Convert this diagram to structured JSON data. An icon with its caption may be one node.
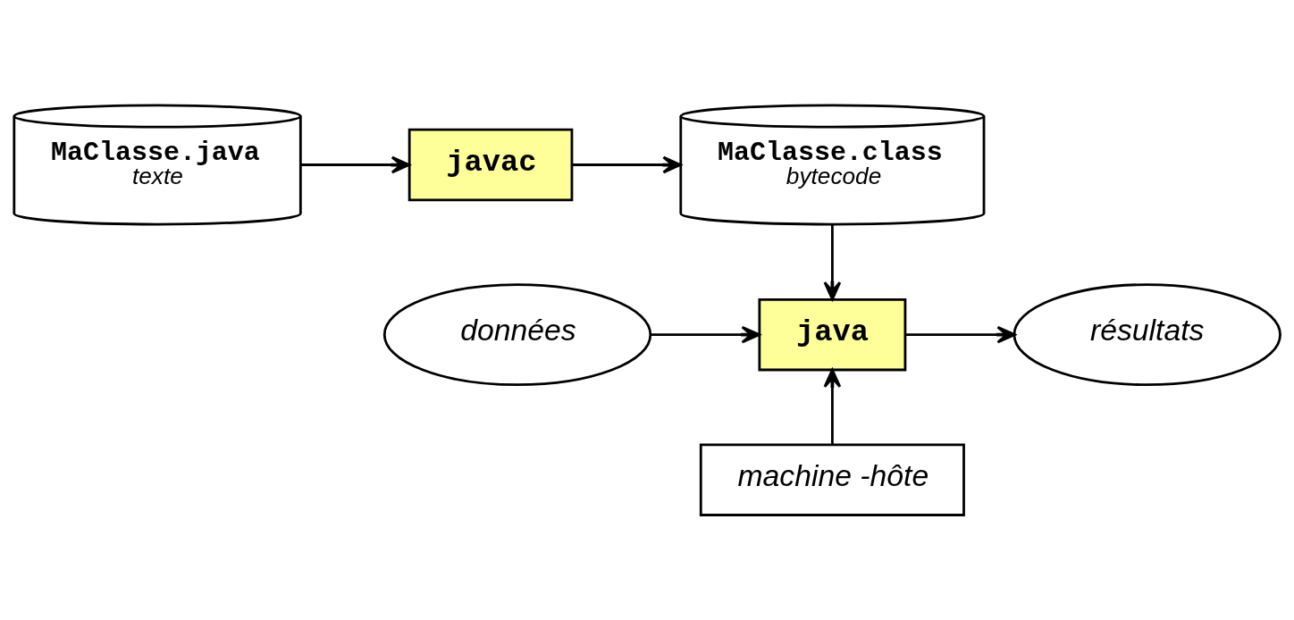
{
  "diagram": {
    "nodes": [
      {
        "text": [
          "MaClasse.java",
          "texte"
        ]
      },
      {
        "text": [
          "javac"
        ]
      },
      {
        "text": [
          "MaClasse.class",
          "bytecode"
        ]
      },
      {
        "text": [
          "données"
        ]
      },
      {
        "text": [
          "java"
        ]
      },
      {
        "text": [
          "résultats"
        ]
      },
      {
        "text": [
          "machine -hôte"
        ]
      }
    ],
    "edges": [
      {
        "from": 0,
        "to": 1,
        "arrow": "to"
      },
      {
        "from": 1,
        "to": 2,
        "arrow": "to"
      },
      {
        "from": 2,
        "to": 4,
        "arrow": "to"
      },
      {
        "from": 3,
        "to": 4,
        "arrow": "to"
      },
      {
        "from": 4,
        "to": 5,
        "arrow": "to"
      },
      {
        "from": 6,
        "to": 4,
        "arrow": "to"
      }
    ]
  }
}
